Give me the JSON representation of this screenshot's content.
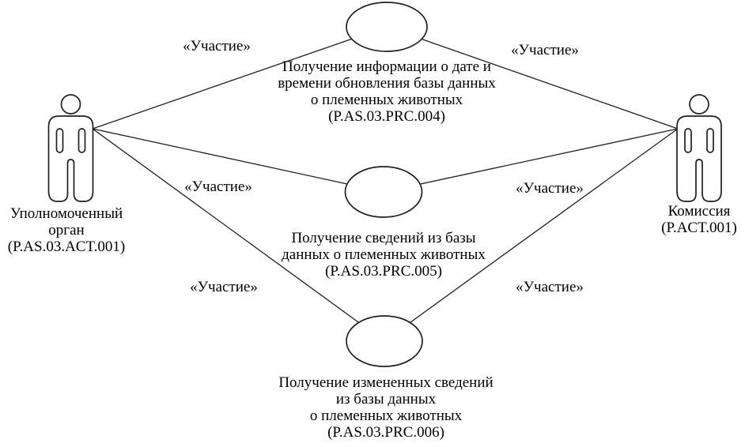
{
  "diagram": {
    "type": "uml-use-case-diagram",
    "background_color": "#ffffff",
    "stroke_color": "#1f1f1f",
    "text_color": "#000000"
  },
  "actors": [
    {
      "id": "authorized-body",
      "code": "P.AS.03.ACT.001",
      "label_lines": [
        "Уполномоченный",
        "орган",
        "(P.AS.03.ACT.001)"
      ]
    },
    {
      "id": "commission",
      "code": "P.ACT.001",
      "label_lines": [
        "Комиссия",
        "(P.ACT.001)"
      ]
    }
  ],
  "use_cases": [
    {
      "id": "P.AS.03.PRC.004",
      "label_lines": [
        "Получение информации о дате и",
        "времени обновления базы данных",
        "о племенных животных",
        "(P.AS.03.PRC.004)"
      ]
    },
    {
      "id": "P.AS.03.PRC.005",
      "label_lines": [
        "Получение сведений из базы",
        "данных о племенных животных",
        "(P.AS.03.PRC.005)"
      ]
    },
    {
      "id": "P.AS.03.PRC.006",
      "label_lines": [
        "Получение измененных сведений",
        "из базы данных",
        "о племенных животных",
        "(P.AS.03.PRC.006)"
      ]
    }
  ],
  "edges": [
    {
      "from": "authorized-body",
      "to": "P.AS.03.PRC.004",
      "label": "«Участие»"
    },
    {
      "from": "commission",
      "to": "P.AS.03.PRC.004",
      "label": "«Участие»"
    },
    {
      "from": "authorized-body",
      "to": "P.AS.03.PRC.005",
      "label": "«Участие»"
    },
    {
      "from": "commission",
      "to": "P.AS.03.PRC.005",
      "label": "«Участие»"
    },
    {
      "from": "authorized-body",
      "to": "P.AS.03.PRC.006",
      "label": "«Участие»"
    },
    {
      "from": "commission",
      "to": "P.AS.03.PRC.006",
      "label": "«Участие»"
    }
  ]
}
